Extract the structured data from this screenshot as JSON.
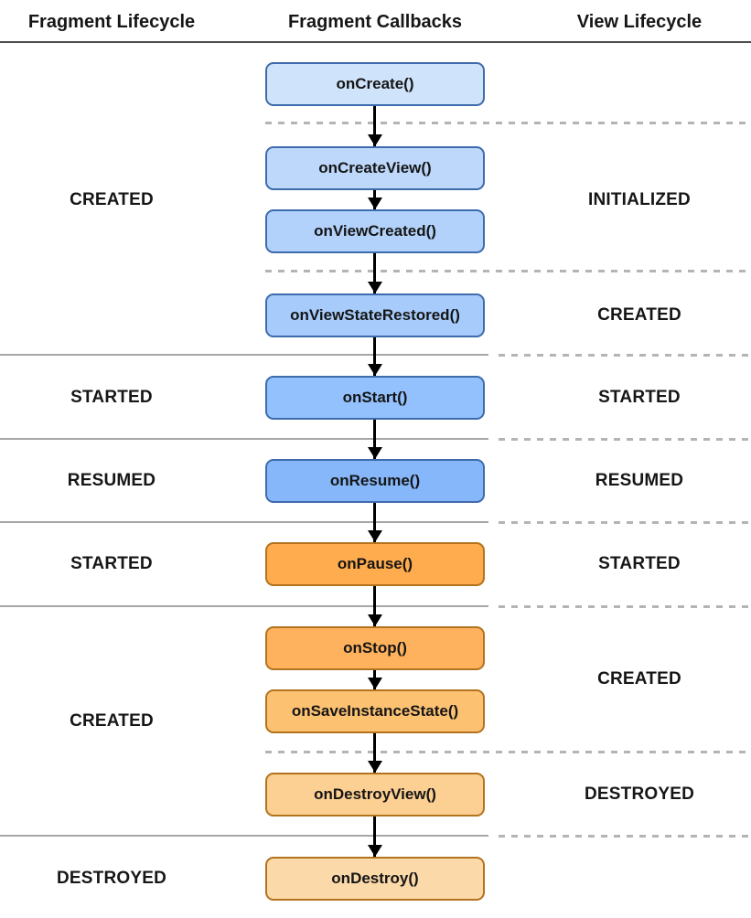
{
  "header": {
    "columns": [
      "Fragment Lifecycle",
      "Fragment Callbacks",
      "View Lifecycle"
    ]
  },
  "callbacks": [
    {
      "label": "onCreate()",
      "fill": "#cfe3fa",
      "border": "#3e6bab"
    },
    {
      "label": "onCreateView()",
      "fill": "#bdd8fb",
      "border": "#3e6bab"
    },
    {
      "label": "onViewCreated()",
      "fill": "#b3d2fb",
      "border": "#3e6bab"
    },
    {
      "label": "onViewStateRestored()",
      "fill": "#a7ccfb",
      "border": "#3e6bab"
    },
    {
      "label": "onStart()",
      "fill": "#93c1fd",
      "border": "#3e6bab"
    },
    {
      "label": "onResume()",
      "fill": "#86b7fa",
      "border": "#3e6bab"
    },
    {
      "label": "onPause()",
      "fill": "#feac4d",
      "border": "#b3731e"
    },
    {
      "label": "onStop()",
      "fill": "#feb25d",
      "border": "#b3731e"
    },
    {
      "label": "onSaveInstanceState()",
      "fill": "#fdc172",
      "border": "#b3731e"
    },
    {
      "label": "onDestroyView()",
      "fill": "#fccf92",
      "border": "#b3731e"
    },
    {
      "label": "onDestroy()",
      "fill": "#fcd9a9",
      "border": "#b3731e"
    }
  ],
  "fragment_lifecycle_states": [
    {
      "label": "CREATED"
    },
    {
      "label": "STARTED"
    },
    {
      "label": "RESUMED"
    },
    {
      "label": "STARTED"
    },
    {
      "label": "CREATED"
    },
    {
      "label": "DESTROYED"
    }
  ],
  "view_lifecycle_states": [
    {
      "label": "INITIALIZED"
    },
    {
      "label": "CREATED"
    },
    {
      "label": "STARTED"
    },
    {
      "label": "RESUMED"
    },
    {
      "label": "STARTED"
    },
    {
      "label": "CREATED"
    },
    {
      "label": "DESTROYED"
    }
  ],
  "colors": {
    "blue_border": "#3e6bab",
    "orange_border": "#b3731e",
    "header_rule": "#4d4d4d",
    "solid_divider": "#a6a6a6",
    "dashed_divider": "#b4b4b4",
    "arrow": "#000000",
    "text": "#161616",
    "background": "#ffffff"
  }
}
